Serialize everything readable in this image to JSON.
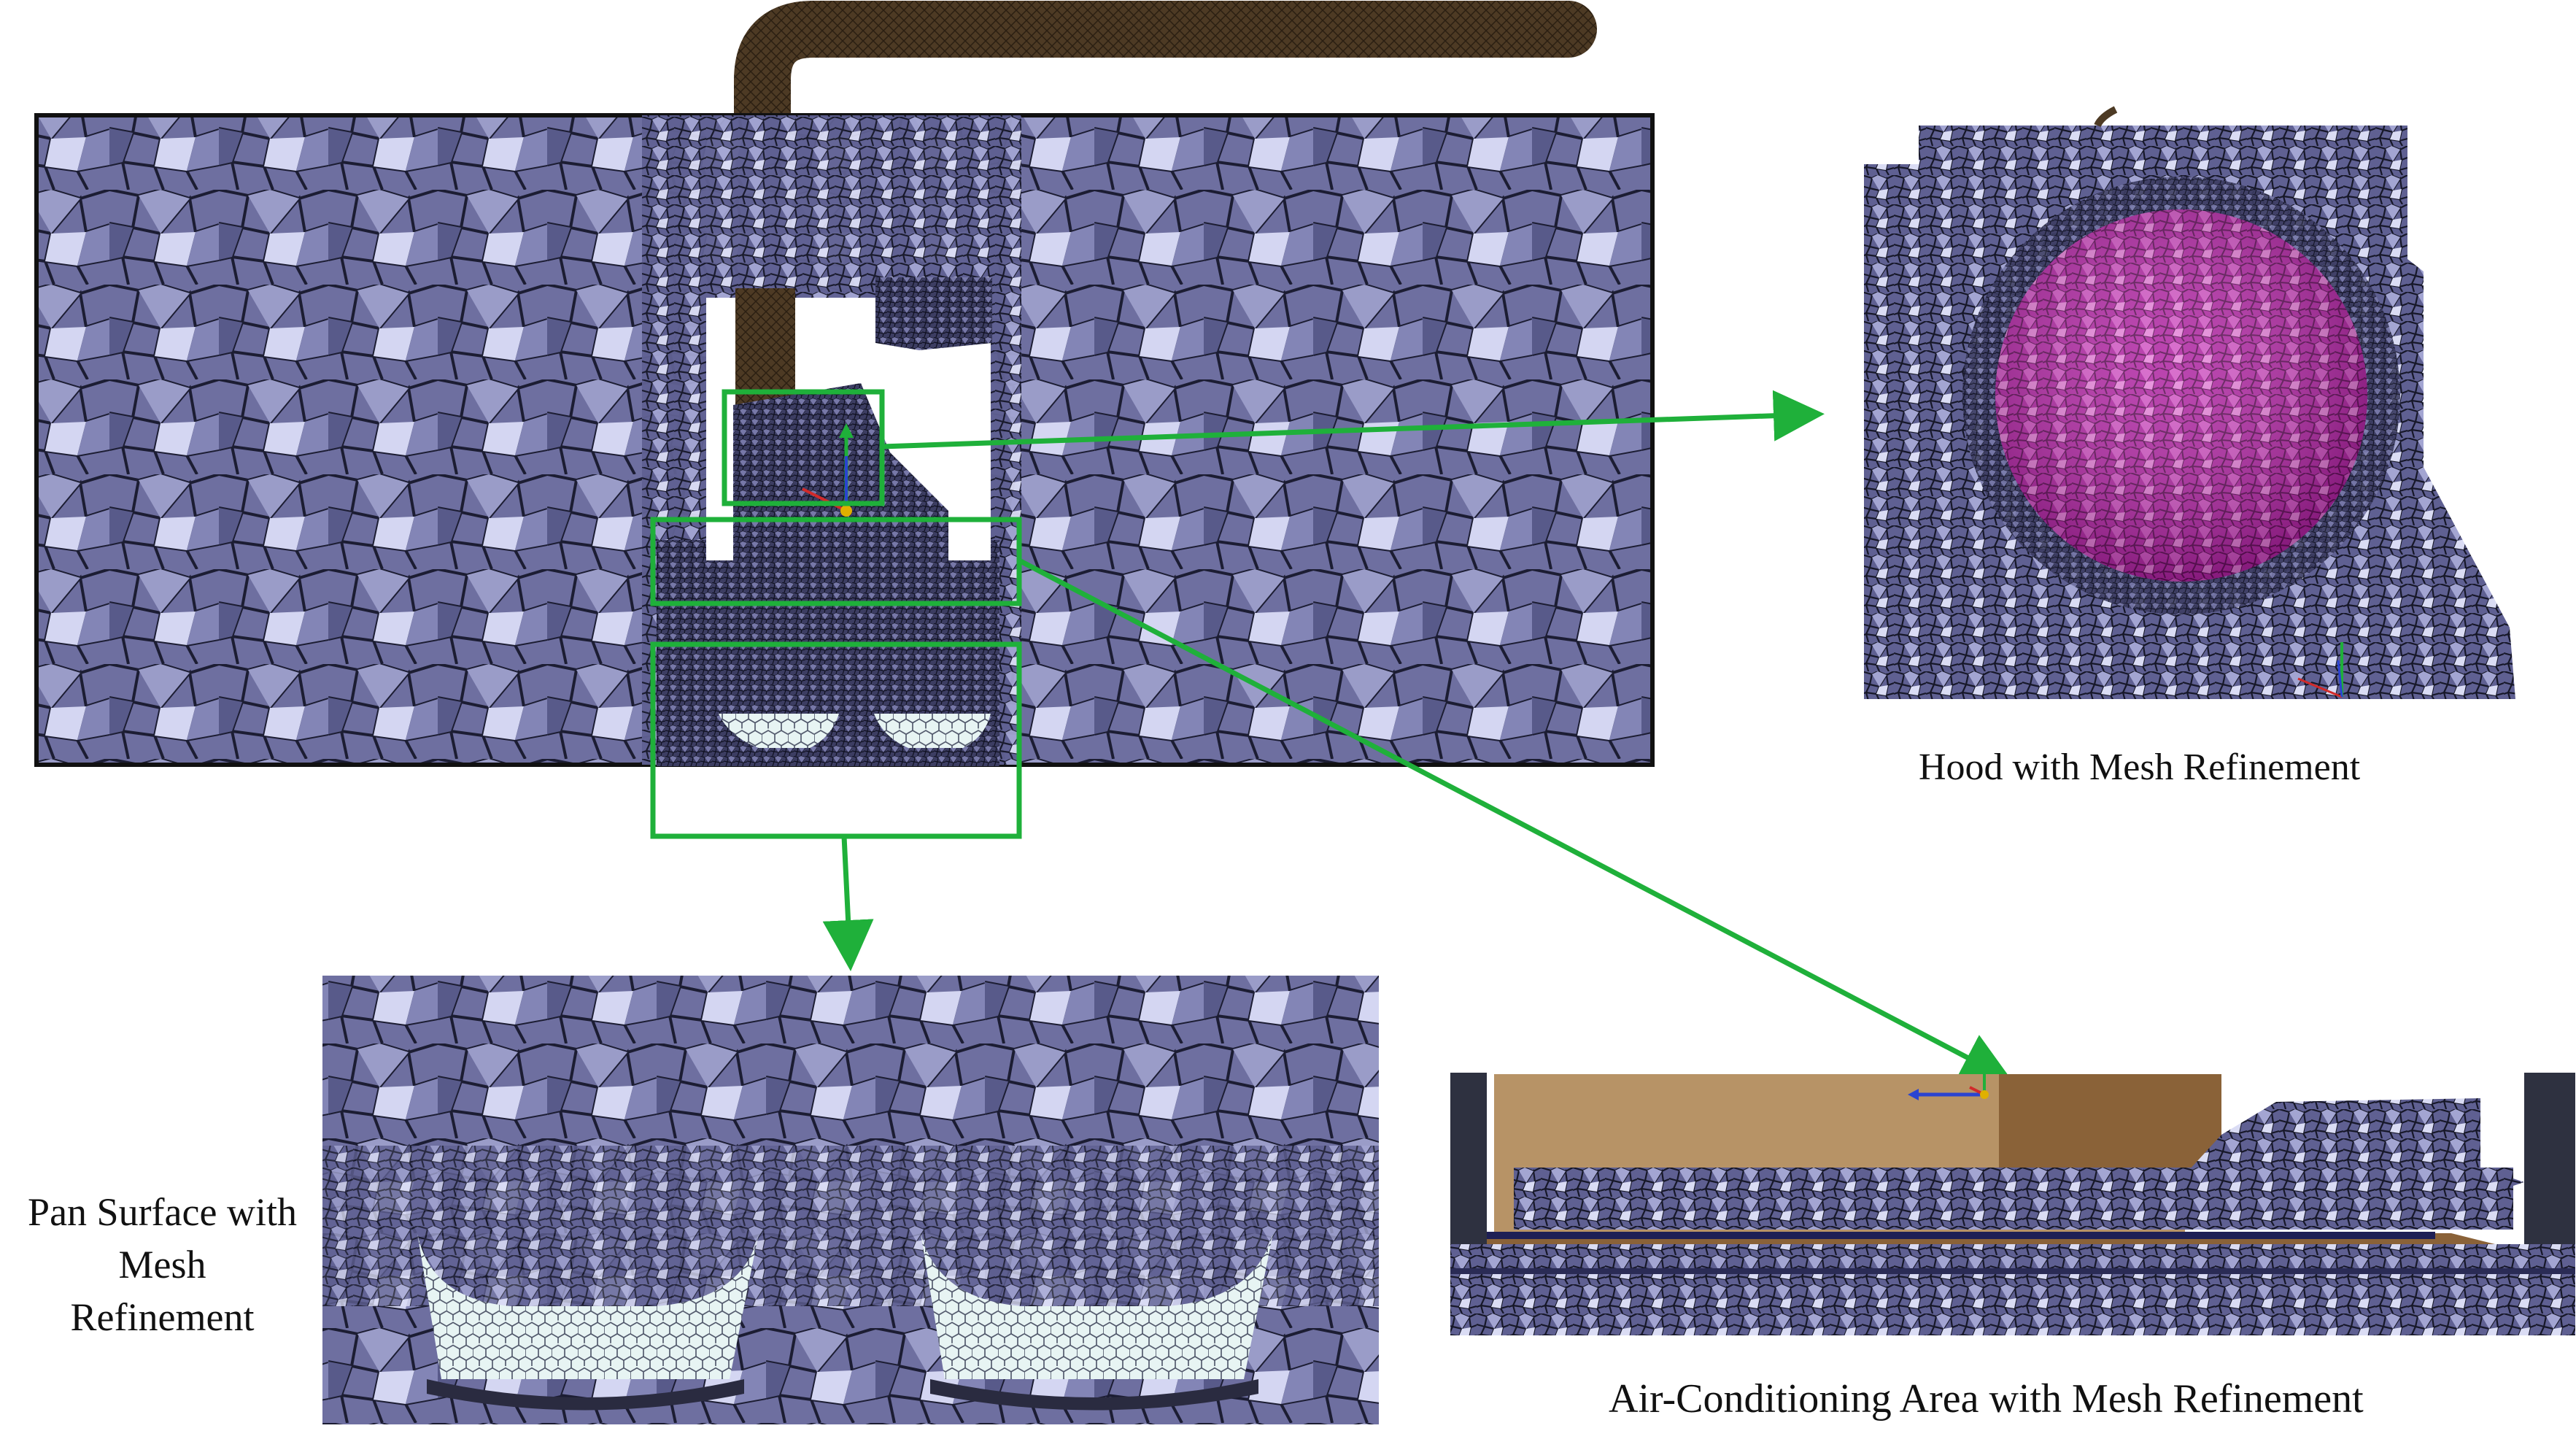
{
  "captions": {
    "hood": "Hood with Mesh Refinement",
    "ac": "Air-Conditioning Area with Mesh Refinement",
    "pan_line1": "Pan Surface with",
    "pan_line2": "Mesh",
    "pan_line3": "Refinement"
  },
  "colors": {
    "mesh_cell": "#6e6fa0",
    "mesh_light": "#c9cbec",
    "mesh_edge": "#1c1d33",
    "highlight_box": "#1fb03a",
    "duct": "#4d3a24",
    "hood_sphere": "#b12aa4",
    "ceiling_wood": "#b79366"
  },
  "icons": {
    "axis_triad": "xyz-axis-triad-icon"
  }
}
